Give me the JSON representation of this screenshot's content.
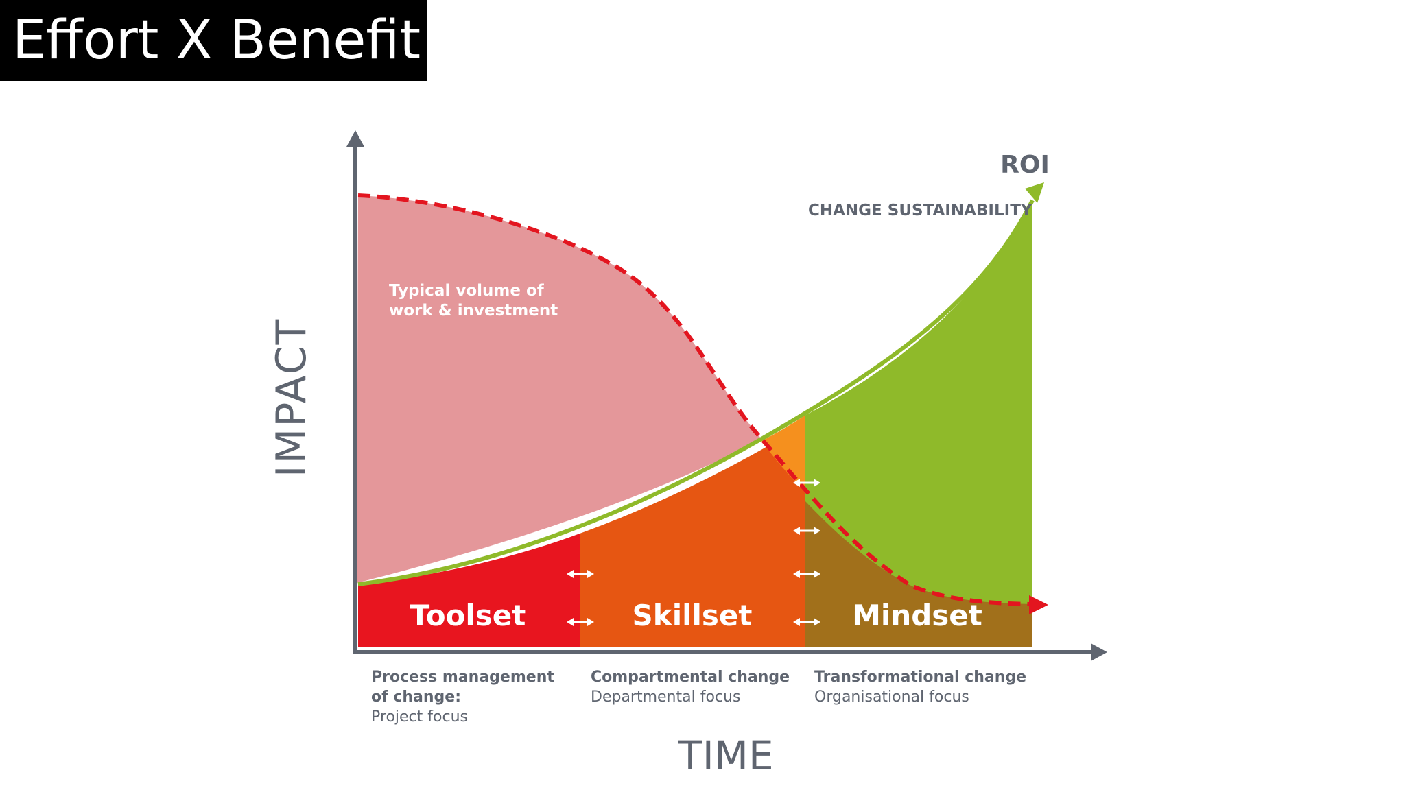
{
  "slide_title": "Effort X Benefit",
  "axes": {
    "y_label": "IMPACT",
    "x_label": "TIME"
  },
  "curves": {
    "roi_label": "ROI",
    "sustainability_label": "CHANGE SUSTAINABILITY",
    "investment_label_line1": "Typical volume of",
    "investment_label_line2": "work & investment"
  },
  "phases": [
    {
      "name": "Toolset",
      "caption_line1": "Process management",
      "caption_line2": "of change:",
      "caption_line3": "Project focus"
    },
    {
      "name": "Skillset",
      "caption_line1": "Compartmental change",
      "caption_line2": "Departmental focus",
      "caption_line3": ""
    },
    {
      "name": "Mindset",
      "caption_line1": "Transformational change",
      "caption_line2": "Organisational focus",
      "caption_line3": ""
    }
  ],
  "colors": {
    "axis": "#5f6570",
    "investment_fill": "#e4979a",
    "investment_line": "#e3151f",
    "toolset": "#e8151f",
    "skillset": "#e65612",
    "skillset_upper": "#f5901e",
    "mindset": "#a1701b",
    "roi": "#8fba2a",
    "label_dark": "#5f6570"
  }
}
